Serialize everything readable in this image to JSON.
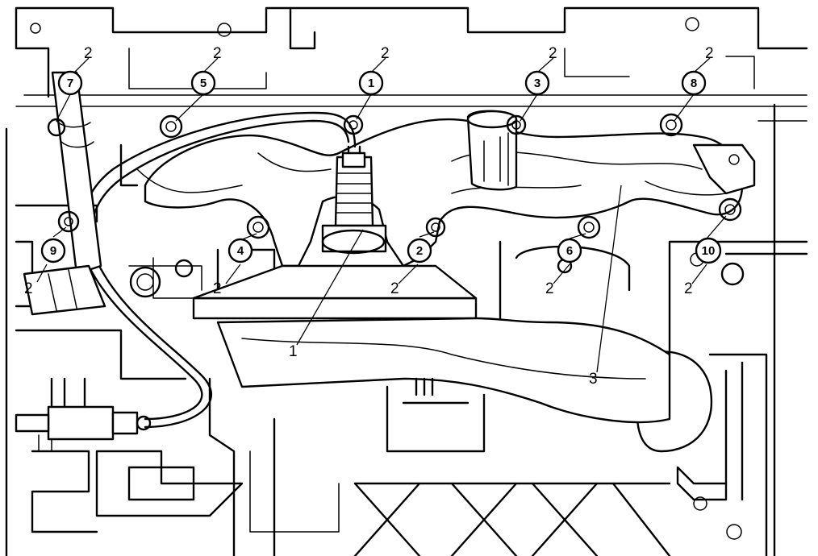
{
  "callouts": {
    "c1": "1",
    "c2": "2",
    "c3": "3",
    "c4": "4",
    "c5": "5",
    "c6": "6",
    "c7": "7",
    "c8": "8",
    "c9": "9",
    "c10": "10"
  },
  "labels": {
    "stud_2": "2",
    "bolt_2": "2",
    "sensor_1": "1",
    "manifold_3": "3"
  },
  "colors": {
    "line": "#000000",
    "background": "#ffffff"
  }
}
